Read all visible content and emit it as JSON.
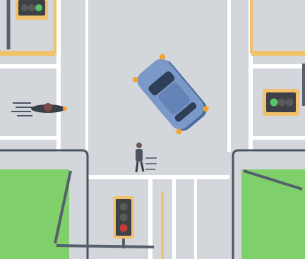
{
  "scene": {
    "colors": {
      "road": "#d3d6da",
      "lane_line": "#ffffff",
      "edge_stripe": "#f1c26a",
      "grass": "#7fd06a",
      "grass_light": "#a9e39a",
      "curb": "#4a5562",
      "car_body": "#7a98c8",
      "car_shadow": "#4a6aa0",
      "car_glass": "#2f3f58",
      "indicator": "#f2a431",
      "signal_housing": "#3d4046",
      "signal_frame": "#f3c16d",
      "signal_red": "#c23b3b",
      "signal_amber": "#b88a46",
      "signal_green": "#57c36a",
      "signal_off": "#5a5a5a",
      "pole": "#56606c"
    },
    "icons": {
      "car": "car-icon",
      "motorcycle": "motorcycle-icon",
      "pedestrian": "pedestrian-icon",
      "traffic_light": "traffic-light-icon"
    },
    "traffic_lights": [
      {
        "location": "top-left",
        "active": "green"
      },
      {
        "location": "right",
        "active": "green"
      },
      {
        "location": "bottom",
        "active": "red"
      }
    ]
  }
}
